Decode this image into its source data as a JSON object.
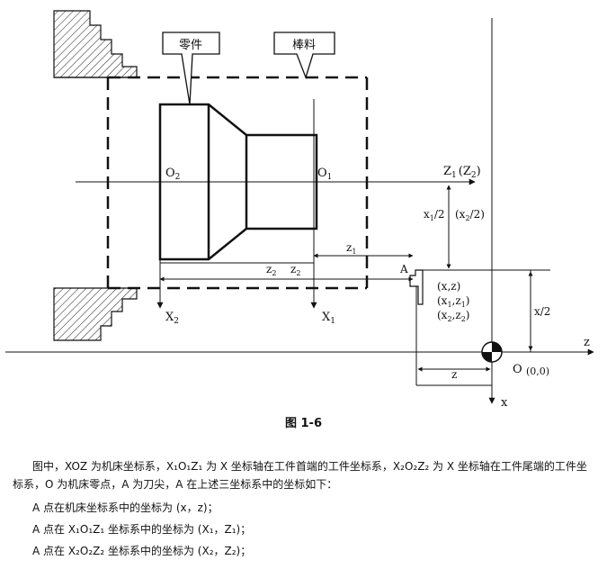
{
  "diagram": {
    "label_part": "零件",
    "label_bar": "棒料",
    "O2": "O",
    "O2_sub": "2",
    "O1": "O",
    "O1_sub": "1",
    "Z1Z2": "Z",
    "Z1Z2_sub": "1",
    "Z1Z2_paren": "(Z",
    "Z1Z2_paren_sub": "2",
    "Z1Z2_close": ")",
    "x1_half": "x",
    "x1_half_sub": "1",
    "x1_half_tail": "/2",
    "x2_half": "(x",
    "x2_half_sub": "2",
    "x2_half_tail": "/2)",
    "z1": "z",
    "z1_sub": "1",
    "z2a": "z",
    "z2a_sub": "2",
    "z2b": "z",
    "z2b_sub": "2",
    "A": "A",
    "pt1": "(x,z)",
    "pt2": "(x",
    "pt2_sub": "1",
    "pt2_tail": ",z",
    "pt2_sub2": "1",
    "pt2_close": ")",
    "pt3": "(x",
    "pt3_sub": "2",
    "pt3_tail": ",z",
    "pt3_sub2": "2",
    "pt3_close": ")",
    "x_half": "x/2",
    "X2": "X",
    "X2_sub": "2",
    "X1": "X",
    "X1_sub": "1",
    "z_axis": "z",
    "O": "O",
    "O_coord": "(0,0)",
    "z_dim": "z",
    "x_axis": "x"
  },
  "caption": "图 1-6",
  "paragraph": "图中，XOZ 为机床坐标系，X₁O₁Z₁ 为 X 坐标轴在工件首端的工件坐标系，X₂O₂Z₂ 为 X 坐标轴在工件尾端的工件坐标系，O 为机床零点，A 为刀尖，A 在上述三坐标系中的坐标如下：",
  "lines": [
    "A 点在机床坐标系中的坐标为 (x，z)；",
    "A 点在 X₁O₁Z₁ 坐标系中的坐标为 (X₁，Z₁)；",
    "A 点在 X₂O₂Z₂ 坐标系中的坐标为 (X₂，Z₂)；"
  ]
}
